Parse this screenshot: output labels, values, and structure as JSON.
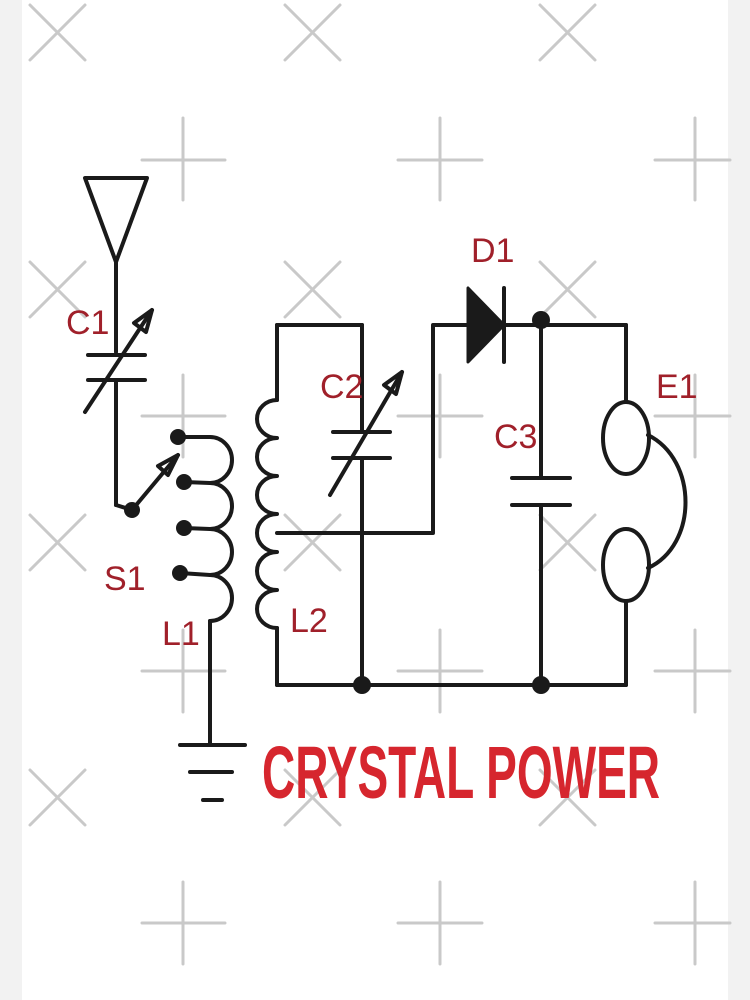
{
  "labels": {
    "c1": "C1",
    "c2": "C2",
    "c3": "C3",
    "d1": "D1",
    "e1": "E1",
    "s1": "S1",
    "l1": "L1",
    "l2": "L2"
  },
  "title": "CRYSTAL POWER",
  "colors": {
    "wire": "#1a1a1a",
    "label": "#a0202a",
    "title": "#d6262e",
    "watermark": "#c9c9c9"
  },
  "icons": {
    "watermark": "x-cross-and-plus-marks"
  }
}
